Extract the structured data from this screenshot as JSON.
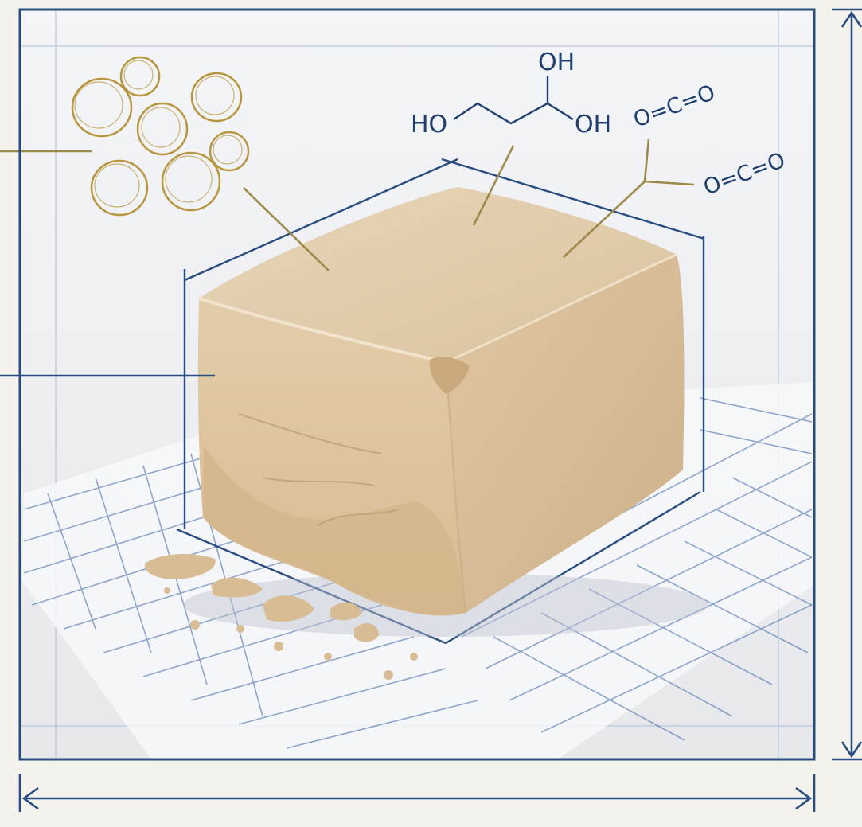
{
  "molecules": {
    "glycerol": {
      "oh_top": "OH",
      "ho_left": "HO",
      "oh_right": "OH"
    },
    "co2_upper": "O=C=O",
    "co2_lower": "O=C=O"
  },
  "colors": {
    "background": "#f3f2ec",
    "frame_line": "#294d80",
    "grid_line": "#3c63a8",
    "leader_line": "#9c8a4a",
    "bubble_stroke": "#b8963f",
    "yeast_block": "#e2ccab",
    "yeast_shadow": "#cfb38d",
    "chem_text": "#1f3f6e"
  },
  "icons": {
    "bubbles": "yeast-cell-bubbles-icon",
    "dimension_arrow_h": "double-arrow-horizontal-icon",
    "dimension_arrow_v": "double-arrow-vertical-icon"
  }
}
